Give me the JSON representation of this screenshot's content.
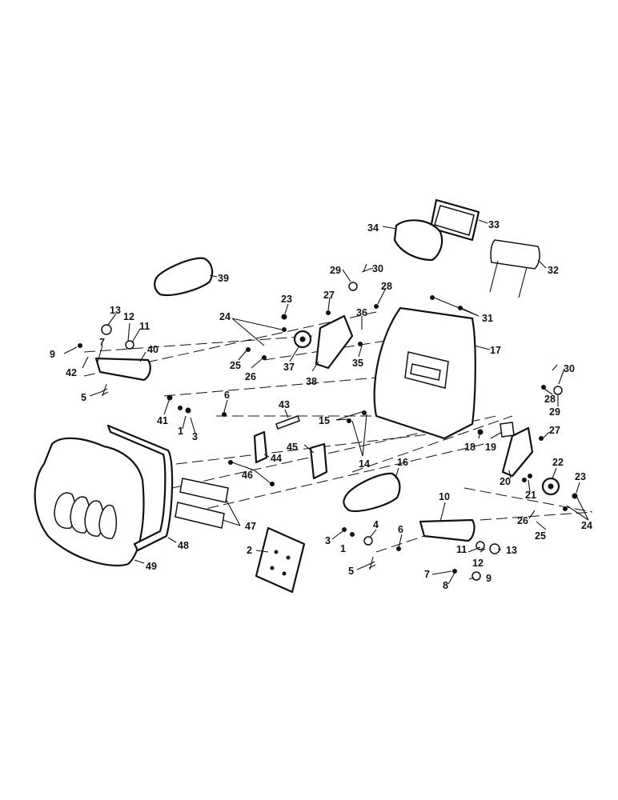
{
  "figure": {
    "callouts": [
      {
        "id": "c1",
        "text": "1"
      },
      {
        "id": "c2",
        "text": "2"
      },
      {
        "id": "c3",
        "text": "3"
      },
      {
        "id": "c4",
        "text": "4"
      },
      {
        "id": "c5",
        "text": "5"
      },
      {
        "id": "c6",
        "text": "6"
      },
      {
        "id": "c7",
        "text": "7"
      },
      {
        "id": "c8",
        "text": "8"
      },
      {
        "id": "c9",
        "text": "9"
      },
      {
        "id": "c10",
        "text": "10"
      },
      {
        "id": "c11",
        "text": "11"
      },
      {
        "id": "c12",
        "text": "12"
      },
      {
        "id": "c13",
        "text": "13"
      },
      {
        "id": "c14",
        "text": "14"
      },
      {
        "id": "c15",
        "text": "15"
      },
      {
        "id": "c16",
        "text": "16"
      },
      {
        "id": "c17",
        "text": "17"
      },
      {
        "id": "c18",
        "text": "18"
      },
      {
        "id": "c19",
        "text": "19"
      },
      {
        "id": "c20",
        "text": "20"
      },
      {
        "id": "c21",
        "text": "21"
      },
      {
        "id": "c22",
        "text": "22"
      },
      {
        "id": "c23",
        "text": "23"
      },
      {
        "id": "c24",
        "text": "24"
      },
      {
        "id": "c25",
        "text": "25"
      },
      {
        "id": "c26",
        "text": "26"
      },
      {
        "id": "c27",
        "text": "27"
      },
      {
        "id": "c28",
        "text": "28"
      },
      {
        "id": "c29",
        "text": "29"
      },
      {
        "id": "c30",
        "text": "30"
      },
      {
        "id": "c31",
        "text": "31"
      },
      {
        "id": "c32",
        "text": "32"
      },
      {
        "id": "c33",
        "text": "33"
      },
      {
        "id": "c34",
        "text": "34"
      },
      {
        "id": "c35",
        "text": "35"
      },
      {
        "id": "c36",
        "text": "36"
      },
      {
        "id": "c37",
        "text": "37"
      },
      {
        "id": "c38",
        "text": "38"
      },
      {
        "id": "c39",
        "text": "39"
      },
      {
        "id": "c40",
        "text": "40"
      },
      {
        "id": "c41",
        "text": "41"
      },
      {
        "id": "c42",
        "text": "42"
      },
      {
        "id": "c43",
        "text": "43"
      },
      {
        "id": "c44",
        "text": "44"
      },
      {
        "id": "c45",
        "text": "45"
      },
      {
        "id": "c46",
        "text": "46"
      },
      {
        "id": "c47",
        "text": "47"
      },
      {
        "id": "c48",
        "text": "48"
      },
      {
        "id": "c49",
        "text": "49"
      }
    ]
  }
}
